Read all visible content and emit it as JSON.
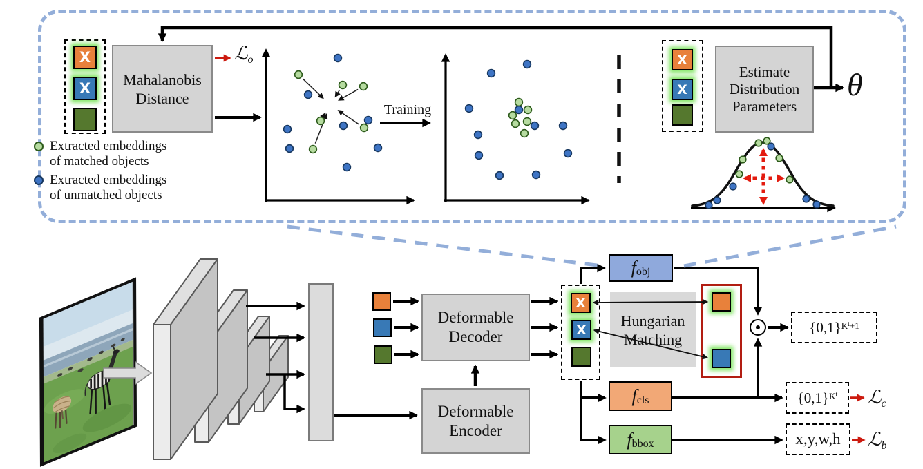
{
  "colors": {
    "panel_border": "#93aed9",
    "orange": "#e8813b",
    "blue": "#3879b6",
    "green": "#55782e",
    "glow_green": "#7de55e",
    "box_gray": "#d4d4d4",
    "f_obj_fill": "#8fa9dc",
    "f_cls_fill": "#f2a876",
    "f_bbox_fill": "#a6d28c",
    "loss_red": "#cc1a0f",
    "red_box_border": "#b21d12",
    "dot_green": "#b6dba0",
    "dot_blue": "#3e74c4"
  },
  "misc": {
    "x_mark": "X"
  },
  "top_panel": {
    "mahalanobis_box": [
      "Mahalanobis",
      "Distance"
    ],
    "loss_o": {
      "symbol": "ℒ",
      "sub": "o"
    },
    "legend": [
      {
        "dot": "green",
        "line1": "Extracted embeddings",
        "line2": "of matched objects"
      },
      {
        "dot": "blue",
        "line1": "Extracted embeddings",
        "line2": "of unmatched objects"
      }
    ],
    "training_label": "Training",
    "estimate_box": [
      "Estimate",
      "Distribution",
      "Parameters"
    ],
    "theta": "θ"
  },
  "bottom": {
    "decoder": [
      "Deformable",
      "Decoder"
    ],
    "encoder": [
      "Deformable",
      "Encoder"
    ],
    "hungarian": [
      "Hungarian",
      "Matching"
    ],
    "f_obj": {
      "base": "f",
      "sub": "obj"
    },
    "f_cls": {
      "base": "f",
      "sub": "cls"
    },
    "f_bbox": {
      "base": "f",
      "sub": "bbox"
    },
    "out_obj": {
      "base": "{0,1}",
      "exp_k": "K",
      "exp_t": "t",
      "exp_plus": "+1"
    },
    "out_cls": {
      "base": "{0,1}",
      "exp_k": "K",
      "exp_t": "t"
    },
    "out_bbox": "x,y,w,h",
    "loss_c": {
      "symbol": "ℒ",
      "sub": "c"
    },
    "loss_b": {
      "symbol": "ℒ",
      "sub": "b"
    }
  },
  "scatter_before": {
    "center": [
      478,
      152
    ],
    "green": [
      [
        432,
        108
      ],
      [
        496,
        123
      ],
      [
        526,
        125
      ],
      [
        464,
        175
      ],
      [
        527,
        185
      ],
      [
        453,
        216
      ]
    ],
    "blue": [
      [
        489,
        84
      ],
      [
        446,
        137
      ],
      [
        416,
        187
      ],
      [
        497,
        182
      ],
      [
        533,
        174
      ],
      [
        419,
        215
      ],
      [
        547,
        214
      ],
      [
        502,
        242
      ]
    ]
  },
  "scatter_after": {
    "green": [
      [
        751,
        148
      ],
      [
        764,
        159
      ],
      [
        742,
        167
      ],
      [
        746,
        179
      ],
      [
        763,
        176
      ],
      [
        759,
        193
      ]
    ],
    "blue": [
      [
        763,
        93
      ],
      [
        711,
        106
      ],
      [
        679,
        157
      ],
      [
        692,
        195
      ],
      [
        693,
        225
      ],
      [
        723,
        254
      ],
      [
        776,
        253
      ],
      [
        822,
        222
      ],
      [
        815,
        182
      ],
      [
        751,
        159
      ],
      [
        774,
        182
      ]
    ]
  },
  "gaussian_dots": {
    "green": [
      [
        1098,
        207
      ],
      [
        1110,
        204
      ],
      [
        1075,
        231
      ],
      [
        1128,
        229
      ],
      [
        1070,
        252
      ],
      [
        1143,
        260
      ]
    ],
    "blue": [
      [
        1116,
        212
      ],
      [
        1061,
        270
      ],
      [
        1038,
        290
      ],
      [
        1026,
        297
      ],
      [
        1167,
        288
      ],
      [
        1182,
        296
      ]
    ]
  }
}
